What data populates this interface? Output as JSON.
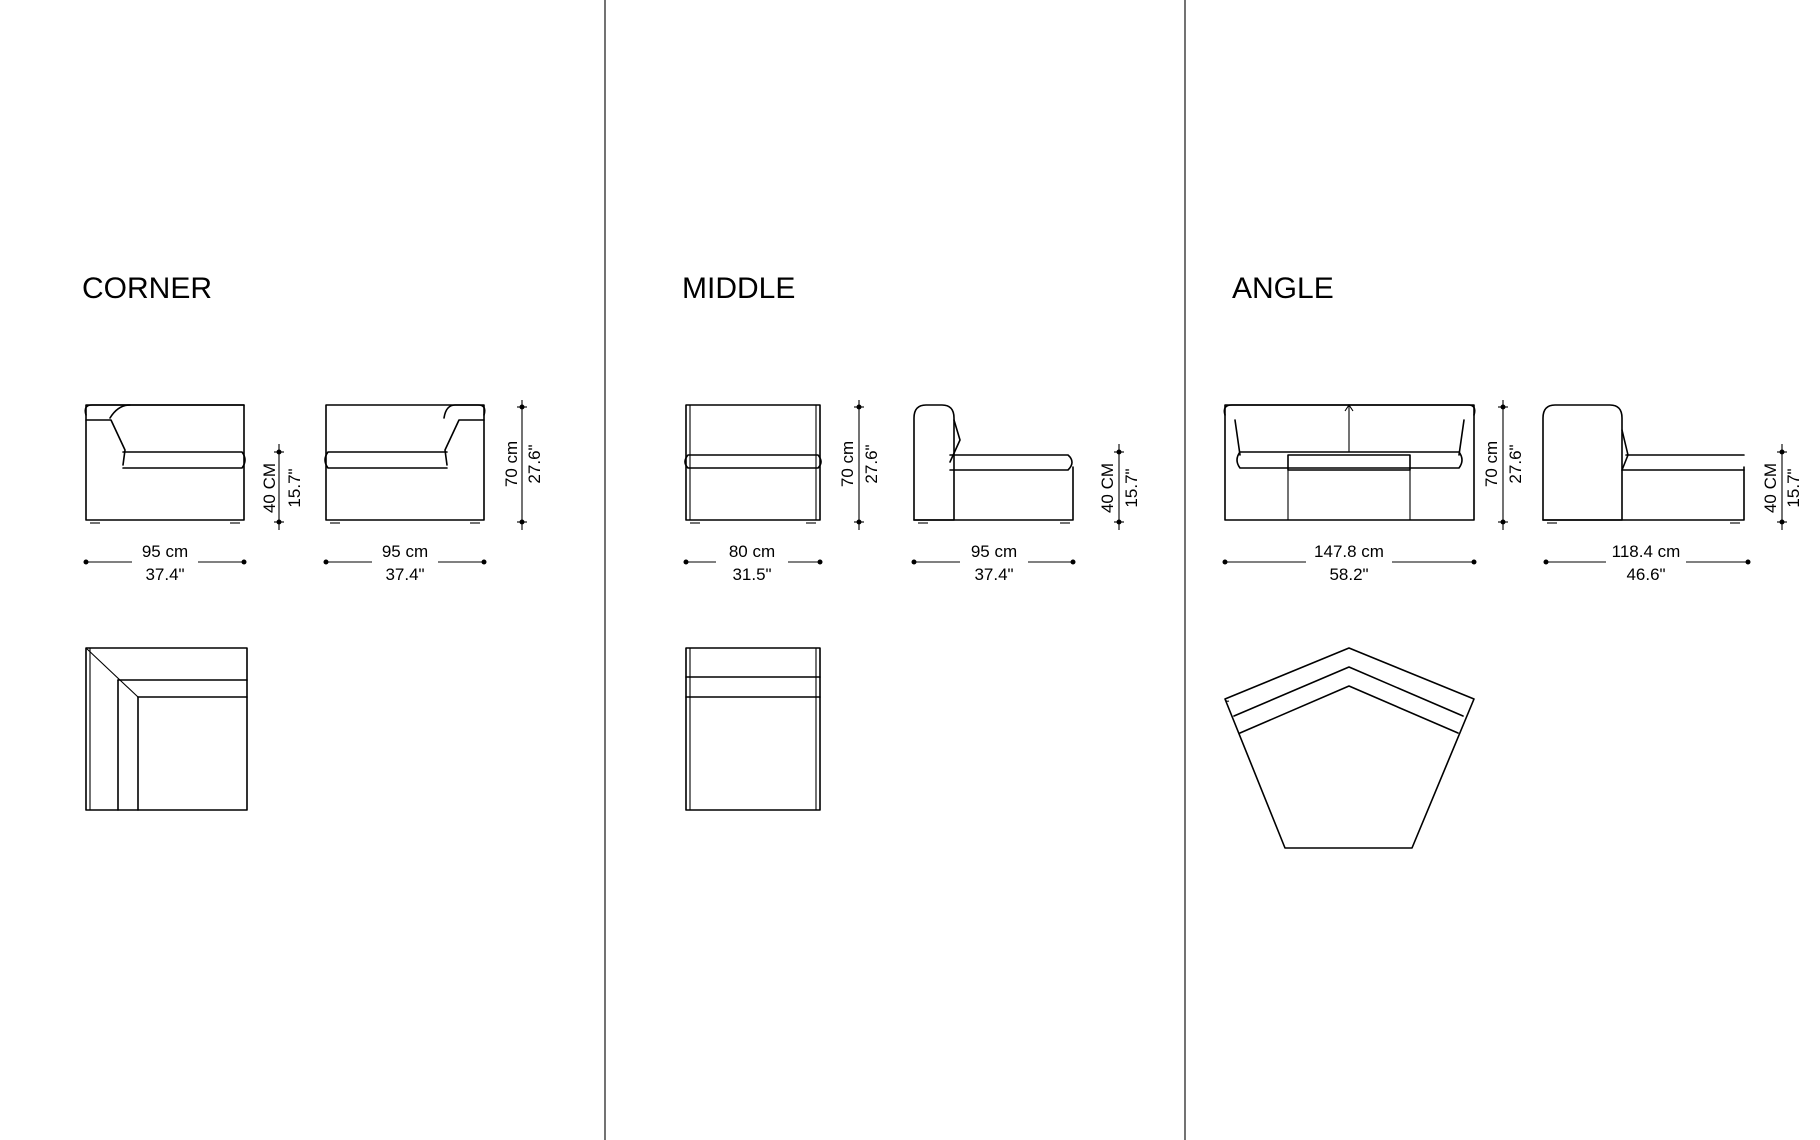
{
  "sections": [
    {
      "title": "CORNER",
      "front": {
        "width_cm": "95 cm",
        "width_in": "37.4\""
      },
      "side": {
        "width_cm": "95 cm",
        "width_in": "37.4\""
      },
      "seat_height": {
        "cm": "40 CM",
        "in": "15.7\""
      },
      "total_height": {
        "cm": "70 cm",
        "in": "27.6\""
      }
    },
    {
      "title": "MIDDLE",
      "front": {
        "width_cm": "80 cm",
        "width_in": "31.5\""
      },
      "side": {
        "width_cm": "95 cm",
        "width_in": "37.4\""
      },
      "total_height": {
        "cm": "70 cm",
        "in": "27.6\""
      },
      "seat_height": {
        "cm": "40 CM",
        "in": "15.7\""
      }
    },
    {
      "title": "ANGLE",
      "front": {
        "width_cm": "147.8 cm",
        "width_in": "58.2\""
      },
      "side": {
        "width_cm": "118.4 cm",
        "width_in": "46.6\""
      },
      "total_height": {
        "cm": "70 cm",
        "in": "27.6\""
      },
      "seat_height": {
        "cm": "40 CM",
        "in": "15.7\""
      }
    }
  ]
}
